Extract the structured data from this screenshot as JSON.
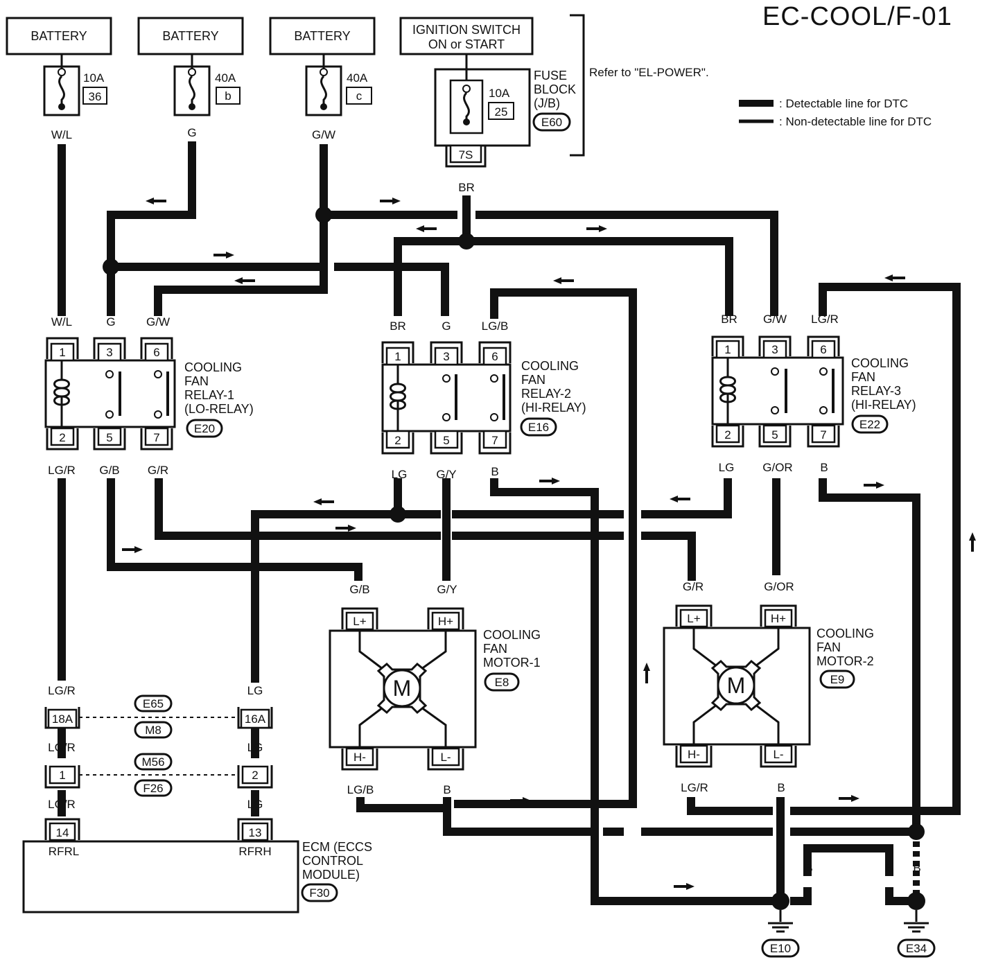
{
  "title": "EC-COOL/F-01",
  "refer_note": "Refer to \"EL-POWER\".",
  "legend": {
    "detectable": ": Detectable line for DTC",
    "non_detectable": ": Non-detectable line for DTC"
  },
  "power": {
    "battery_label": "BATTERY",
    "fuses": [
      {
        "amp": "10A",
        "id": "36",
        "wire": "W/L"
      },
      {
        "amp": "40A",
        "id": "b",
        "wire": "G"
      },
      {
        "amp": "40A",
        "id": "c",
        "wire": "G/W"
      }
    ],
    "ignition": {
      "line1": "IGNITION SWITCH",
      "line2": "ON or START"
    },
    "fuse_block": {
      "amp": "10A",
      "id": "25",
      "line1": "FUSE",
      "line2": "BLOCK",
      "line3": "(J/B)",
      "connector": "E60",
      "terminal": "7S",
      "wire": "BR"
    }
  },
  "relays": [
    {
      "line1": "COOLING",
      "line2": "FAN",
      "line3": "RELAY-1",
      "line4": "(LO-RELAY)",
      "connector": "E20",
      "pins_top": [
        "1",
        "3",
        "6"
      ],
      "pins_bottom": [
        "2",
        "5",
        "7"
      ],
      "wires_top": [
        "W/L",
        "G",
        "G/W"
      ],
      "wires_bottom": [
        "LG/R",
        "G/B",
        "G/R"
      ]
    },
    {
      "line1": "COOLING",
      "line2": "FAN",
      "line3": "RELAY-2",
      "line4": "(HI-RELAY)",
      "connector": "E16",
      "pins_top": [
        "1",
        "3",
        "6"
      ],
      "pins_bottom": [
        "2",
        "5",
        "7"
      ],
      "wires_top": [
        "BR",
        "G",
        "LG/B"
      ],
      "wires_bottom": [
        "LG",
        "G/Y",
        "B"
      ]
    },
    {
      "line1": "COOLING",
      "line2": "FAN",
      "line3": "RELAY-3",
      "line4": "(HI-RELAY)",
      "connector": "E22",
      "pins_top": [
        "1",
        "3",
        "6"
      ],
      "pins_bottom": [
        "2",
        "5",
        "7"
      ],
      "wires_top": [
        "BR",
        "G/W",
        "LG/R"
      ],
      "wires_bottom": [
        "LG",
        "G/OR",
        "B"
      ]
    }
  ],
  "motors": [
    {
      "line1": "COOLING",
      "line2": "FAN",
      "line3": "MOTOR-1",
      "connector": "E8",
      "symbol": "M",
      "pins_top": [
        "L+",
        "H+"
      ],
      "pins_bottom": [
        "H-",
        "L-"
      ],
      "wires_top": [
        "G/B",
        "G/Y"
      ],
      "wires_bottom": [
        "LG/B",
        "B"
      ]
    },
    {
      "line1": "COOLING",
      "line2": "FAN",
      "line3": "MOTOR-2",
      "connector": "E9",
      "symbol": "M",
      "pins_top": [
        "L+",
        "H+"
      ],
      "pins_bottom": [
        "H-",
        "L-"
      ],
      "wires_top": [
        "G/R",
        "G/OR"
      ],
      "wires_bottom": [
        "LG/R",
        "B"
      ]
    }
  ],
  "inline_connectors": [
    {
      "left_pin": "18A",
      "right_pin": "16A",
      "top_tag": "E65",
      "bottom_tag": "M8"
    },
    {
      "left_pin": "1",
      "right_pin": "2",
      "top_tag": "M56",
      "bottom_tag": "F26"
    }
  ],
  "ecm_side_wires": {
    "left": [
      "LG/R",
      "LG/R",
      "LG/R"
    ],
    "right": [
      "LG",
      "LG",
      "LG"
    ]
  },
  "ecm": {
    "line1": "ECM (ECCS",
    "line2": "CONTROL",
    "line3": "MODULE)",
    "connector": "F30",
    "pins": [
      "14",
      "13"
    ],
    "pin_names": [
      "RFRL",
      "RFRH"
    ]
  },
  "grounds": [
    {
      "label": "E10",
      "wires": [
        "B",
        "B"
      ]
    },
    {
      "label": "E34",
      "wires": [
        "B",
        "B"
      ]
    }
  ]
}
